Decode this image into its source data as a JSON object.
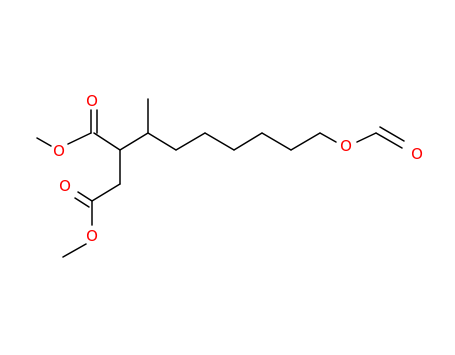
{
  "molecule": {
    "atoms": [
      {
        "id": "O1",
        "symbol": "O"
      },
      {
        "id": "O2",
        "symbol": "O"
      },
      {
        "id": "O3",
        "symbol": "O"
      },
      {
        "id": "O4",
        "symbol": "O"
      },
      {
        "id": "O5",
        "symbol": "O"
      },
      {
        "id": "O6",
        "symbol": "O"
      }
    ]
  },
  "colors": {
    "oxygen": "#ff0000",
    "carbon_bond": "#000000",
    "background": "#ffffff"
  }
}
